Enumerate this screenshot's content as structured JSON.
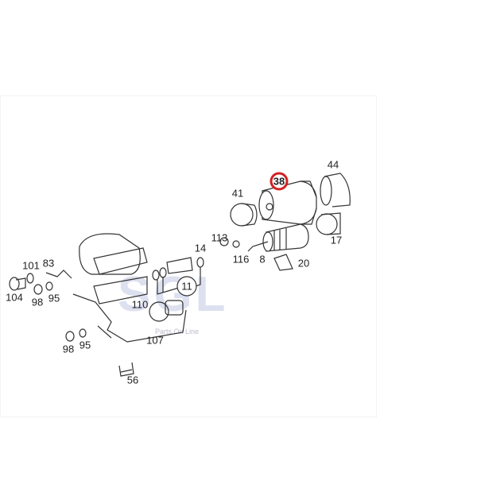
{
  "diagram": {
    "labels": [
      "101",
      "83",
      "104",
      "98",
      "95",
      "14",
      "113",
      "116",
      "8",
      "20",
      "41",
      "44",
      "17",
      "11",
      "110",
      "107",
      "98",
      "95",
      "56"
    ],
    "highlighted_label": "38",
    "highlight_color": "#d42020"
  },
  "watermark": {
    "logo": "SGL",
    "tagline": "Parts On Line"
  }
}
